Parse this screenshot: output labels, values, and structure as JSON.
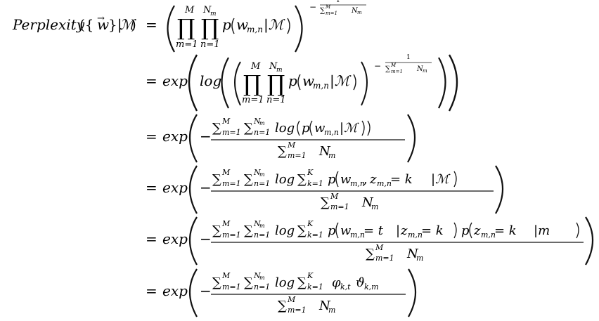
{
  "equation": {
    "lhs": {
      "name": "Perplexity",
      "arg_open": "({",
      "arg_var": "w",
      "arg_close": "}|",
      "model": "ℳ",
      "close": ")"
    },
    "symbols": {
      "equals": "=",
      "minus": "−",
      "exp": "exp",
      "log": "log",
      "prod": "∏",
      "sum": "∑",
      "M": "M",
      "K": "K",
      "N": "N",
      "N_sub": "m",
      "m_eq_1": "m=1",
      "n_eq_1": "n=1",
      "k_eq_1": "k=1",
      "one": "1",
      "p": "p",
      "w": "w",
      "z": "z",
      "mn": "m,n",
      "cond_model": "|ℳ",
      "cond_m": "|m",
      "eq_k": " = k",
      "eq_t": " = t",
      "phi": "φ",
      "phi_sub": "k,t",
      "theta": "ϑ",
      "theta_sub": "k,m",
      "vec_arrow": "→"
    }
  }
}
